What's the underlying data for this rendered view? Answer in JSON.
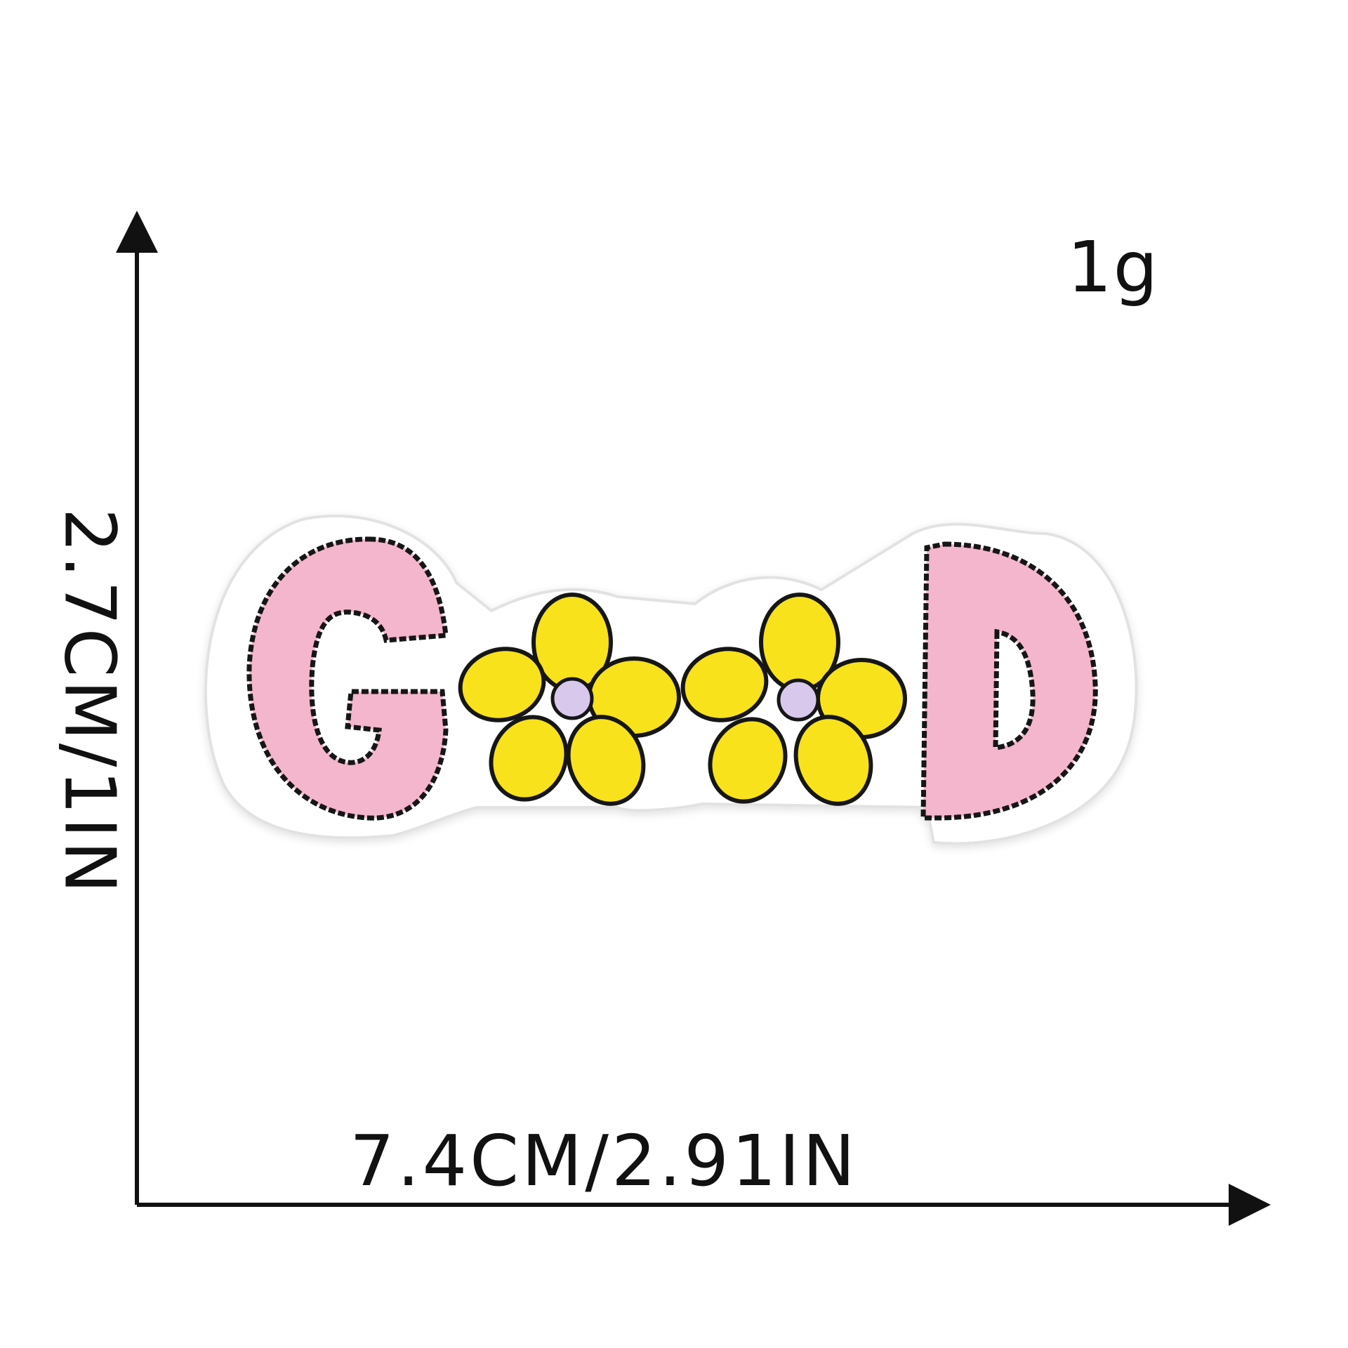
{
  "weight": "1g",
  "dimensions": {
    "width": "7.4CM/2.91IN",
    "height": "2.7CM/1IN"
  },
  "patch": {
    "letters": [
      "G",
      "D"
    ],
    "flower_count": 2
  },
  "colors": {
    "background": "#ffffff",
    "patch_base": "#ffffff",
    "letter_pink": "#f3b6cc",
    "flower_yellow": "#f7e21c",
    "flower_center": "#d8c8ec",
    "outline": "#161616",
    "arrow": "#111111"
  }
}
